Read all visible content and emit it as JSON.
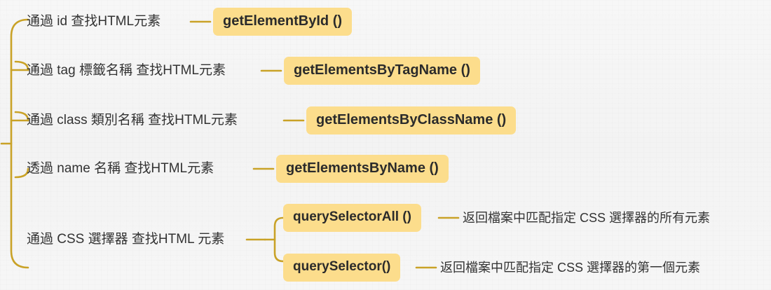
{
  "diagram": {
    "type": "mindmap-bracket",
    "title": "",
    "colors": {
      "background": "#f5f5f5",
      "branch_line": "#c9a227",
      "badge_fill": "#fcdd8c",
      "text": "#333333",
      "badge_text": "#2b2b2b"
    },
    "branches": [
      {
        "label": "通過 id 查找HTML元素",
        "method": "getElementById ()",
        "children": []
      },
      {
        "label": "通過 tag 標籤名稱 查找HTML元素",
        "method": "getElementsByTagName ()",
        "children": []
      },
      {
        "label": "通過 class 類別名稱 查找HTML元素",
        "method": "getElementsByClassName ()",
        "children": []
      },
      {
        "label": "透過 name 名稱 查找HTML元素",
        "method": "getElementsByName ()",
        "children": []
      },
      {
        "label": "通過 CSS 選擇器 查找HTML 元素",
        "method": "",
        "children": [
          {
            "method": "querySelectorAll ()",
            "description": "返回檔案中匹配指定 CSS 選擇器的所有元素"
          },
          {
            "method": "querySelector()",
            "description": "返回檔案中匹配指定 CSS 選擇器的第一個元素"
          }
        ]
      }
    ]
  }
}
